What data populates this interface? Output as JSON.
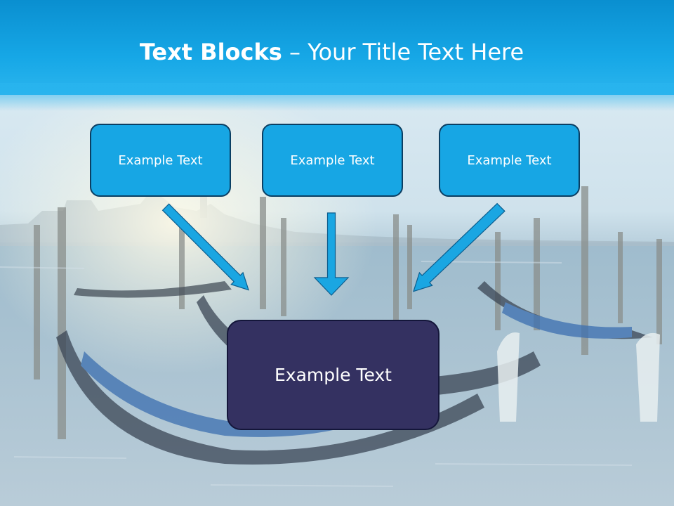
{
  "slide": {
    "title_bold": "Text Blocks",
    "title_dash": " – ",
    "title_rest": "Your Title Text Here"
  },
  "blocks": [
    {
      "label": "Example Text"
    },
    {
      "label": "Example Text"
    },
    {
      "label": "Example Text"
    }
  ],
  "target": {
    "label": "Example Text"
  },
  "colors": {
    "header": "#16a7e6",
    "top_block_fill": "#17a6e4",
    "top_block_border": "#0b3f63",
    "target_fill": "#343161",
    "arrow": "#1aa6e2"
  }
}
